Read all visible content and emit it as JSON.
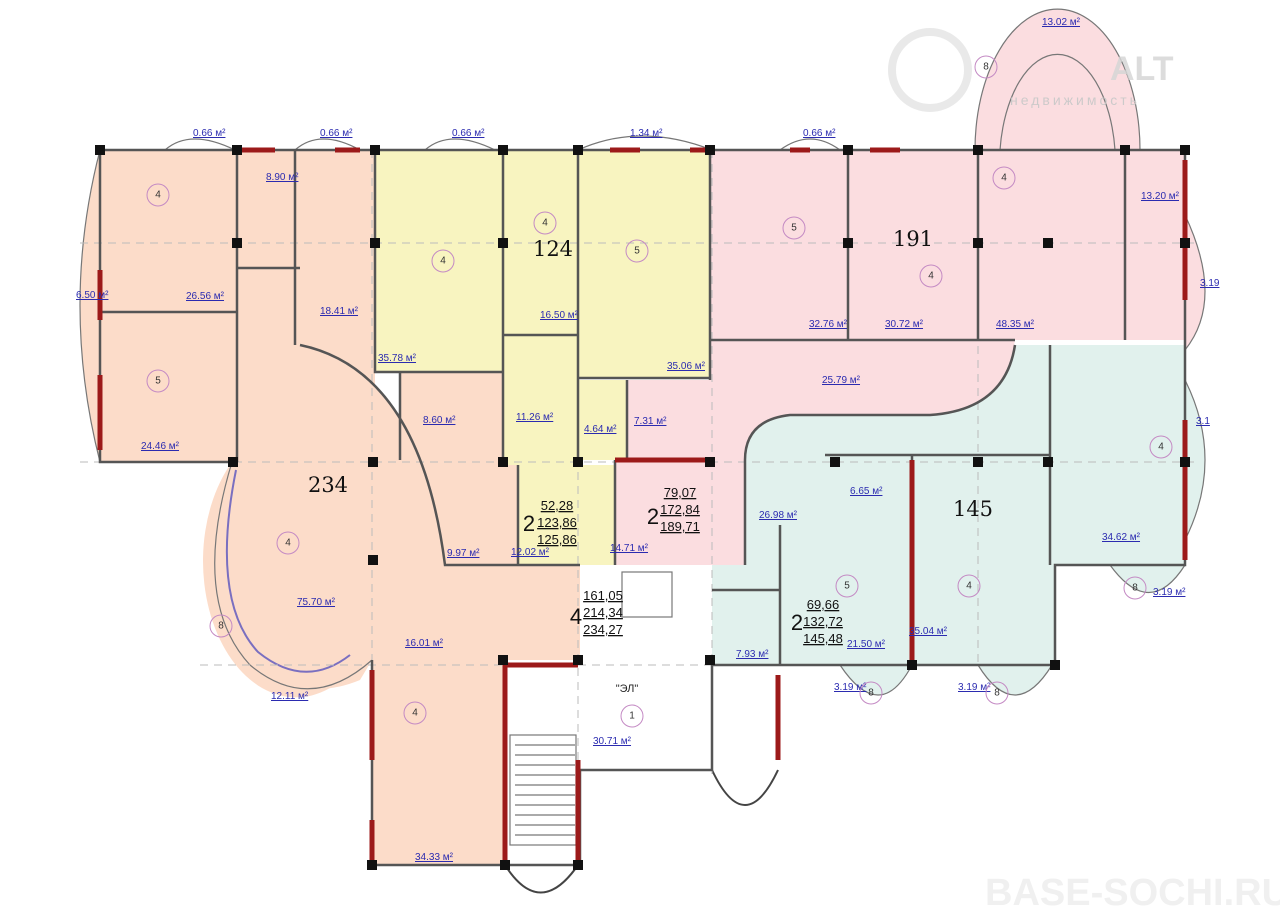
{
  "watermarks": {
    "top_brand": "ALT",
    "top_sub": "недвижимость",
    "bottom": "BASE-SOCHI.RU"
  },
  "colors": {
    "unit_234": "#fcdcc9",
    "unit_124": "#f8f4c0",
    "unit_191": "#fbdde0",
    "unit_145": "#e1f1ed",
    "load_wall": "#9c1a1a",
    "area_text": "#2b2bb0"
  },
  "units": {
    "u234": {
      "number": "234",
      "rooms": "4",
      "living": "161,05",
      "total": "214,34",
      "total_with_balcony": "234,27"
    },
    "u124": {
      "number": "124",
      "rooms": "2",
      "living": "52,28",
      "total": "123,86",
      "total_with_balcony": "125,86"
    },
    "u191": {
      "number": "191",
      "rooms": "2",
      "living": "79,07",
      "total": "172,84",
      "total_with_balcony": "189,71"
    },
    "u145": {
      "number": "145",
      "rooms": "2",
      "living": "69,66",
      "total": "132,72",
      "total_with_balcony": "145,48"
    }
  },
  "areas": {
    "bal1": "0.66 м²",
    "bal2": "0.66 м²",
    "bal3": "0.66 м²",
    "bal4": "1.34 м²",
    "bal5": "0.66 м²",
    "dome": "13.02 м²",
    "r2656": "26.56 м²",
    "r2446": "24.46 м²",
    "r650": "6.50 м²",
    "r890": "8.90 м²",
    "r1841": "18.41 м²",
    "r3578": "35.78 м²",
    "r1650": "16.50 м²",
    "r3506": "35.06 м²",
    "r860": "8.60 м²",
    "r1126": "11.26 м²",
    "r464": "4.64 м²",
    "r731": "7.31 м²",
    "r3276": "32.76 м²",
    "r3072": "30.72 м²",
    "r4835": "48.35 м²",
    "r1320": "13.20 м²",
    "r319a": "3.19",
    "r2579": "25.79 м²",
    "r31b": "3.1",
    "r7570": "75.70 м²",
    "r997": "9.97 м²",
    "r1202": "12.02 м²",
    "r1471": "14.71 м²",
    "r2698": "26.98 м²",
    "r665": "6.65 м²",
    "r3462": "34.62 м²",
    "r1601": "16.01 м²",
    "r1211": "12.11 м²",
    "r793": "7.93 м²",
    "r2150": "21.50 м²",
    "r3504": "35.04 м²",
    "r3071": "30.71 м²",
    "r3433": "34.33 м²",
    "b319a": "3.19 м²",
    "b319b": "3.19 м²",
    "b319c": "3.19 м²"
  },
  "lobby_label": "\"ЭЛ\"",
  "types": {
    "t4": "4",
    "t5": "5",
    "t8": "8",
    "t1": "1"
  }
}
